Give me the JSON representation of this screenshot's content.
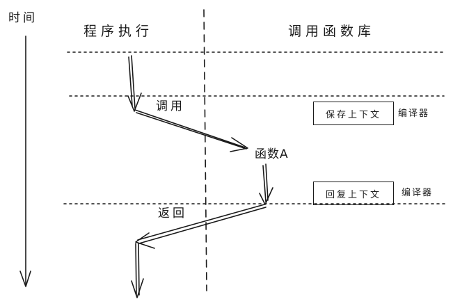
{
  "labels": {
    "time": "时间",
    "program_execution": "程序执行",
    "call_library": "调用函数库",
    "call": "调用",
    "function": "函数A",
    "return": "返回",
    "save_context": "保存上下文",
    "restore_context": "回复上下文",
    "compiler_top": "编译器",
    "compiler_bottom": "编译器"
  },
  "colors": {
    "ink": "#1a1a1a",
    "background": "#ffffff"
  }
}
